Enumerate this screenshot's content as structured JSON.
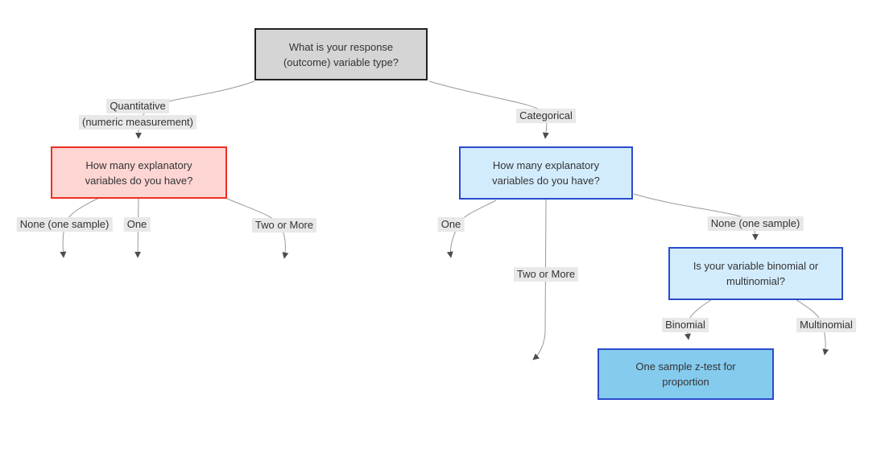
{
  "diagram": {
    "type": "flowchart-decision-tree",
    "nodes": {
      "response_type": {
        "lines": [
          "What is your response",
          "(outcome) variable type?"
        ]
      },
      "quant_explanatory": {
        "lines": [
          "How many explanatory",
          "variables do you have?"
        ]
      },
      "cat_explanatory": {
        "lines": [
          "How many explanatory",
          "variables do you have?"
        ]
      },
      "binomial_question": {
        "lines": [
          "Is your variable binomial or",
          "multinomial?"
        ]
      },
      "ztest_proportion": {
        "lines": [
          "One sample z-test for",
          "proportion"
        ]
      }
    },
    "edge_labels": {
      "quantitative": {
        "lines": [
          "Quantitative",
          "(numeric measurement)"
        ]
      },
      "categorical": "Categorical",
      "left_none": "None (one sample)",
      "left_one": "One",
      "left_two": "Two or More",
      "right_one": "One",
      "right_two": "Two or More",
      "right_none": "None (one sample)",
      "binomial": "Binomial",
      "multinomial": "Multinomial"
    },
    "colors": {
      "root_fill": "#d5d5d5",
      "root_border": "#222222",
      "quantitative_fill": "#fdd5d3",
      "quantitative_border": "#ef2e22",
      "categorical_fill": "#d3ecfd",
      "categorical_border": "#2a4bcc",
      "result_fill": "#85cbee",
      "result_border": "#2a4bcc",
      "edge_line": "#999999",
      "arrowhead": "#4d4d4d",
      "edge_label_bg": "#e8e8e8",
      "text": "#333333"
    }
  }
}
